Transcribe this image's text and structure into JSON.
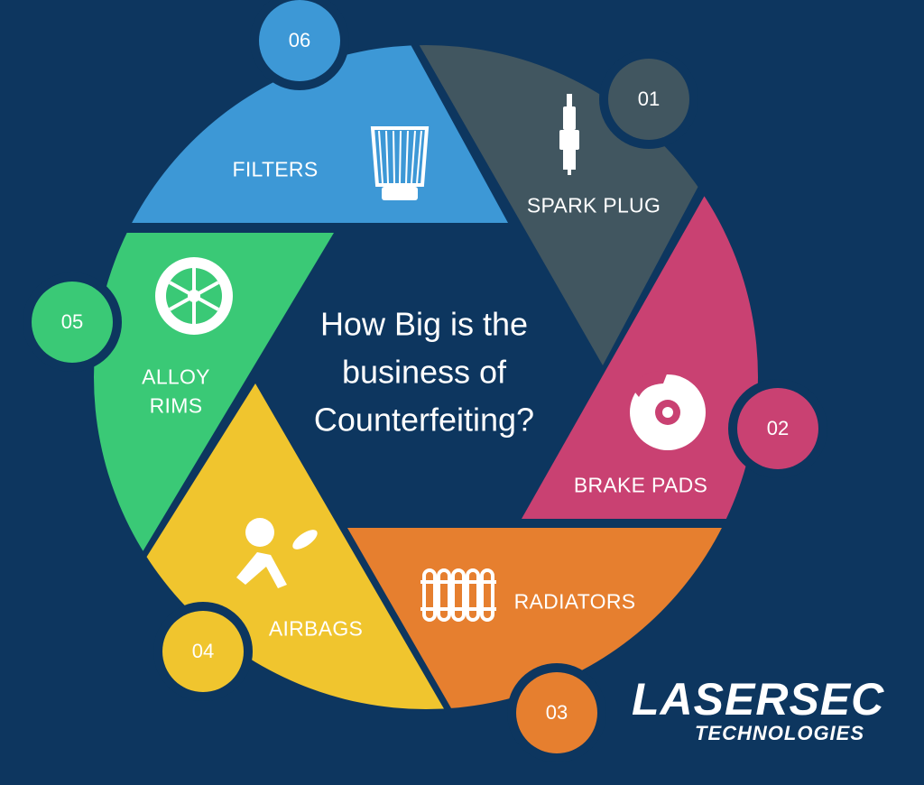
{
  "title": "How Big is the business of Counterfeiting?",
  "title_lines": [
    "How Big is the",
    "business of",
    "Counterfeiting?"
  ],
  "segments": [
    {
      "number": "01",
      "label": "SPARK PLUG",
      "icon": "spark-plug-icon",
      "color": "#415660"
    },
    {
      "number": "02",
      "label": "BRAKE PADS",
      "icon": "brake-disc-icon",
      "color": "#c94172"
    },
    {
      "number": "03",
      "label": "RADIATORS",
      "icon": "radiator-icon",
      "color": "#e67f2f"
    },
    {
      "number": "04",
      "label": "AIRBAGS",
      "icon": "airbag-icon",
      "color": "#f0c52e"
    },
    {
      "number": "05",
      "label_lines": [
        "ALLOY",
        "RIMS"
      ],
      "icon": "wheel-icon",
      "color": "#3ac976"
    },
    {
      "number": "06",
      "label": "FILTERS",
      "icon": "air-filter-icon",
      "color": "#3d98d6"
    }
  ],
  "logo": {
    "line1": "LASERSEC",
    "line2": "TECHNOLOGIES"
  },
  "colors": {
    "background": "#0d365f"
  }
}
